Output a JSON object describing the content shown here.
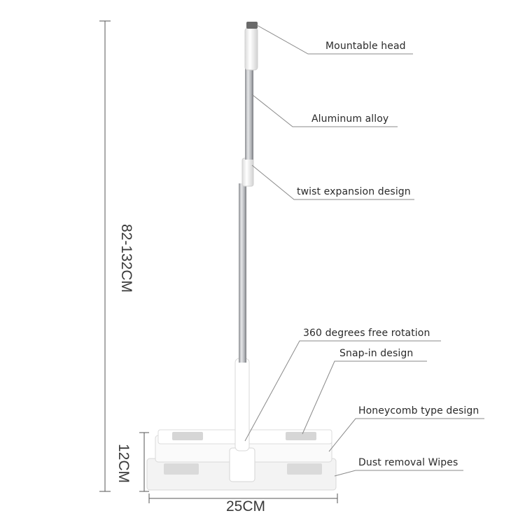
{
  "features": [
    "Mountable head",
    "Aluminum alloy",
    "twist expansion design",
    "360 degrees free rotation",
    "Snap-in design",
    "Honeycomb type design",
    "Dust removal Wipes"
  ],
  "dimensions": {
    "height": "82-132CM",
    "head_height": "12CM",
    "width": "25CM"
  }
}
